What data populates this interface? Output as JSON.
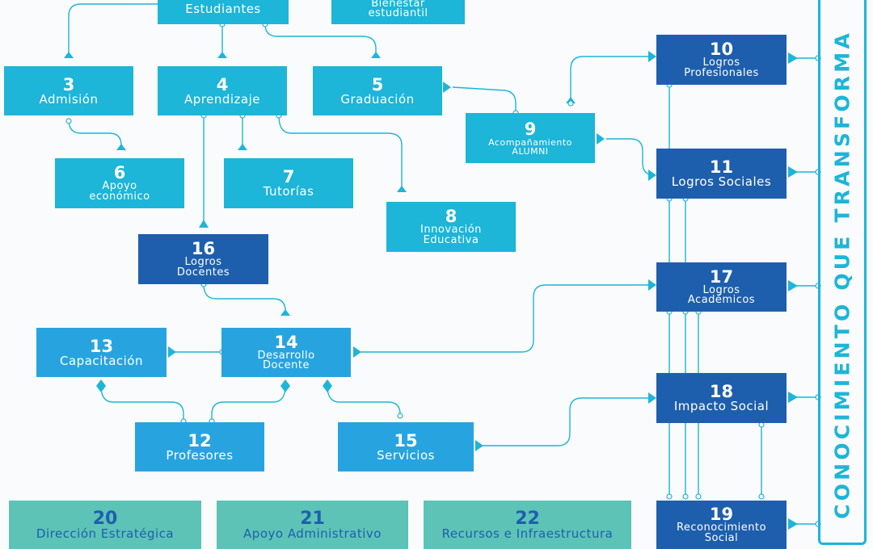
{
  "nodes": {
    "n1": {
      "label": "Estudiantes"
    },
    "n2": {
      "label": "Bienestar\nestudiantil"
    },
    "n3": {
      "num": "3",
      "label": "Admisión"
    },
    "n4": {
      "num": "4",
      "label": "Aprendizaje"
    },
    "n5": {
      "num": "5",
      "label": "Graduación"
    },
    "n6": {
      "num": "6",
      "label": "Apoyo\neconómico"
    },
    "n7": {
      "num": "7",
      "label": "Tutorías"
    },
    "n8": {
      "num": "8",
      "label": "Innovación\nEducativa"
    },
    "n9": {
      "num": "9",
      "label": "Acompañamiento\nALUMNI"
    },
    "n10": {
      "num": "10",
      "label": "Logros\nProfesionales"
    },
    "n11": {
      "num": "11",
      "label": "Logros Sociales"
    },
    "n12": {
      "num": "12",
      "label": "Profesores"
    },
    "n13": {
      "num": "13",
      "label": "Capacitación"
    },
    "n14": {
      "num": "14",
      "label": "Desarrollo\nDocente"
    },
    "n15": {
      "num": "15",
      "label": "Servicios"
    },
    "n16": {
      "num": "16",
      "label": "Logros\nDocentes"
    },
    "n17": {
      "num": "17",
      "label": "Logros\nAcadémicos"
    },
    "n18": {
      "num": "18",
      "label": "Impacto Social"
    },
    "n19": {
      "num": "19",
      "label": "Reconocimiento\nSocial"
    },
    "n20": {
      "num": "20",
      "label": "Dirección Estratégica"
    },
    "n21": {
      "num": "21",
      "label": "Apoyo Administrativo"
    },
    "n22": {
      "num": "22",
      "label": "Recursos e Infraestructura"
    }
  },
  "sidebar": {
    "text": "CONOCIMIENTO QUE TRANSFORMA"
  },
  "colors": {
    "cyan": "#1db5d8",
    "blue": "#27a4e0",
    "navy": "#1e5fad",
    "teal": "#5cc3b6",
    "line": "#1db5d8"
  }
}
